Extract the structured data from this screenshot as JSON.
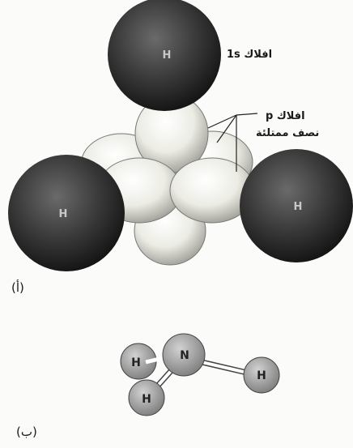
{
  "labels": {
    "s_orbitals": "افلاك 1s",
    "p_orbitals_line1": "افلاك p",
    "p_orbitals_line2": "نصف ممتلئة"
  },
  "captions": {
    "a": "(أ)",
    "b": "(ب)"
  },
  "atoms": {
    "hydrogen": "H",
    "nitrogen": "N"
  },
  "colors": {
    "hydrogen_orbital": "#333333",
    "p_orbital_lobe": "#eeeee6",
    "small_model_atom": "#a6a6a6"
  }
}
